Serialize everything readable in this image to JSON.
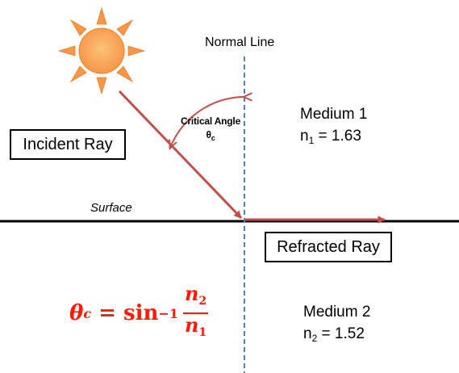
{
  "labels": {
    "normal_line": "Normal Line",
    "surface": "Surface",
    "critical_angle": "Critical Angle",
    "critical_angle_symbol": "θ",
    "critical_angle_symbol_sub": "c",
    "incident_ray": "Incident Ray",
    "refracted_ray": "Refracted Ray"
  },
  "medium1": {
    "name": "Medium 1",
    "index_symbol": "n",
    "index_sub": "1",
    "index_value": " = 1.63"
  },
  "medium2": {
    "name": "Medium 2",
    "index_symbol": "n",
    "index_sub": "2",
    "index_value": " = 1.52"
  },
  "formula": {
    "lhs": "θ",
    "lhs_sub": "c",
    "equals": " = sin",
    "exponent": "−1",
    "numerator": "n",
    "numerator_sub": "2",
    "denominator": "n",
    "denominator_sub": "1"
  },
  "colors": {
    "ray": "#c0504d",
    "normal_line": "#4f81bd",
    "surface": "#000000",
    "sun_fill": "#f79646",
    "formula": "#ff1a0a"
  },
  "icons": {
    "sun": "sun-icon"
  }
}
